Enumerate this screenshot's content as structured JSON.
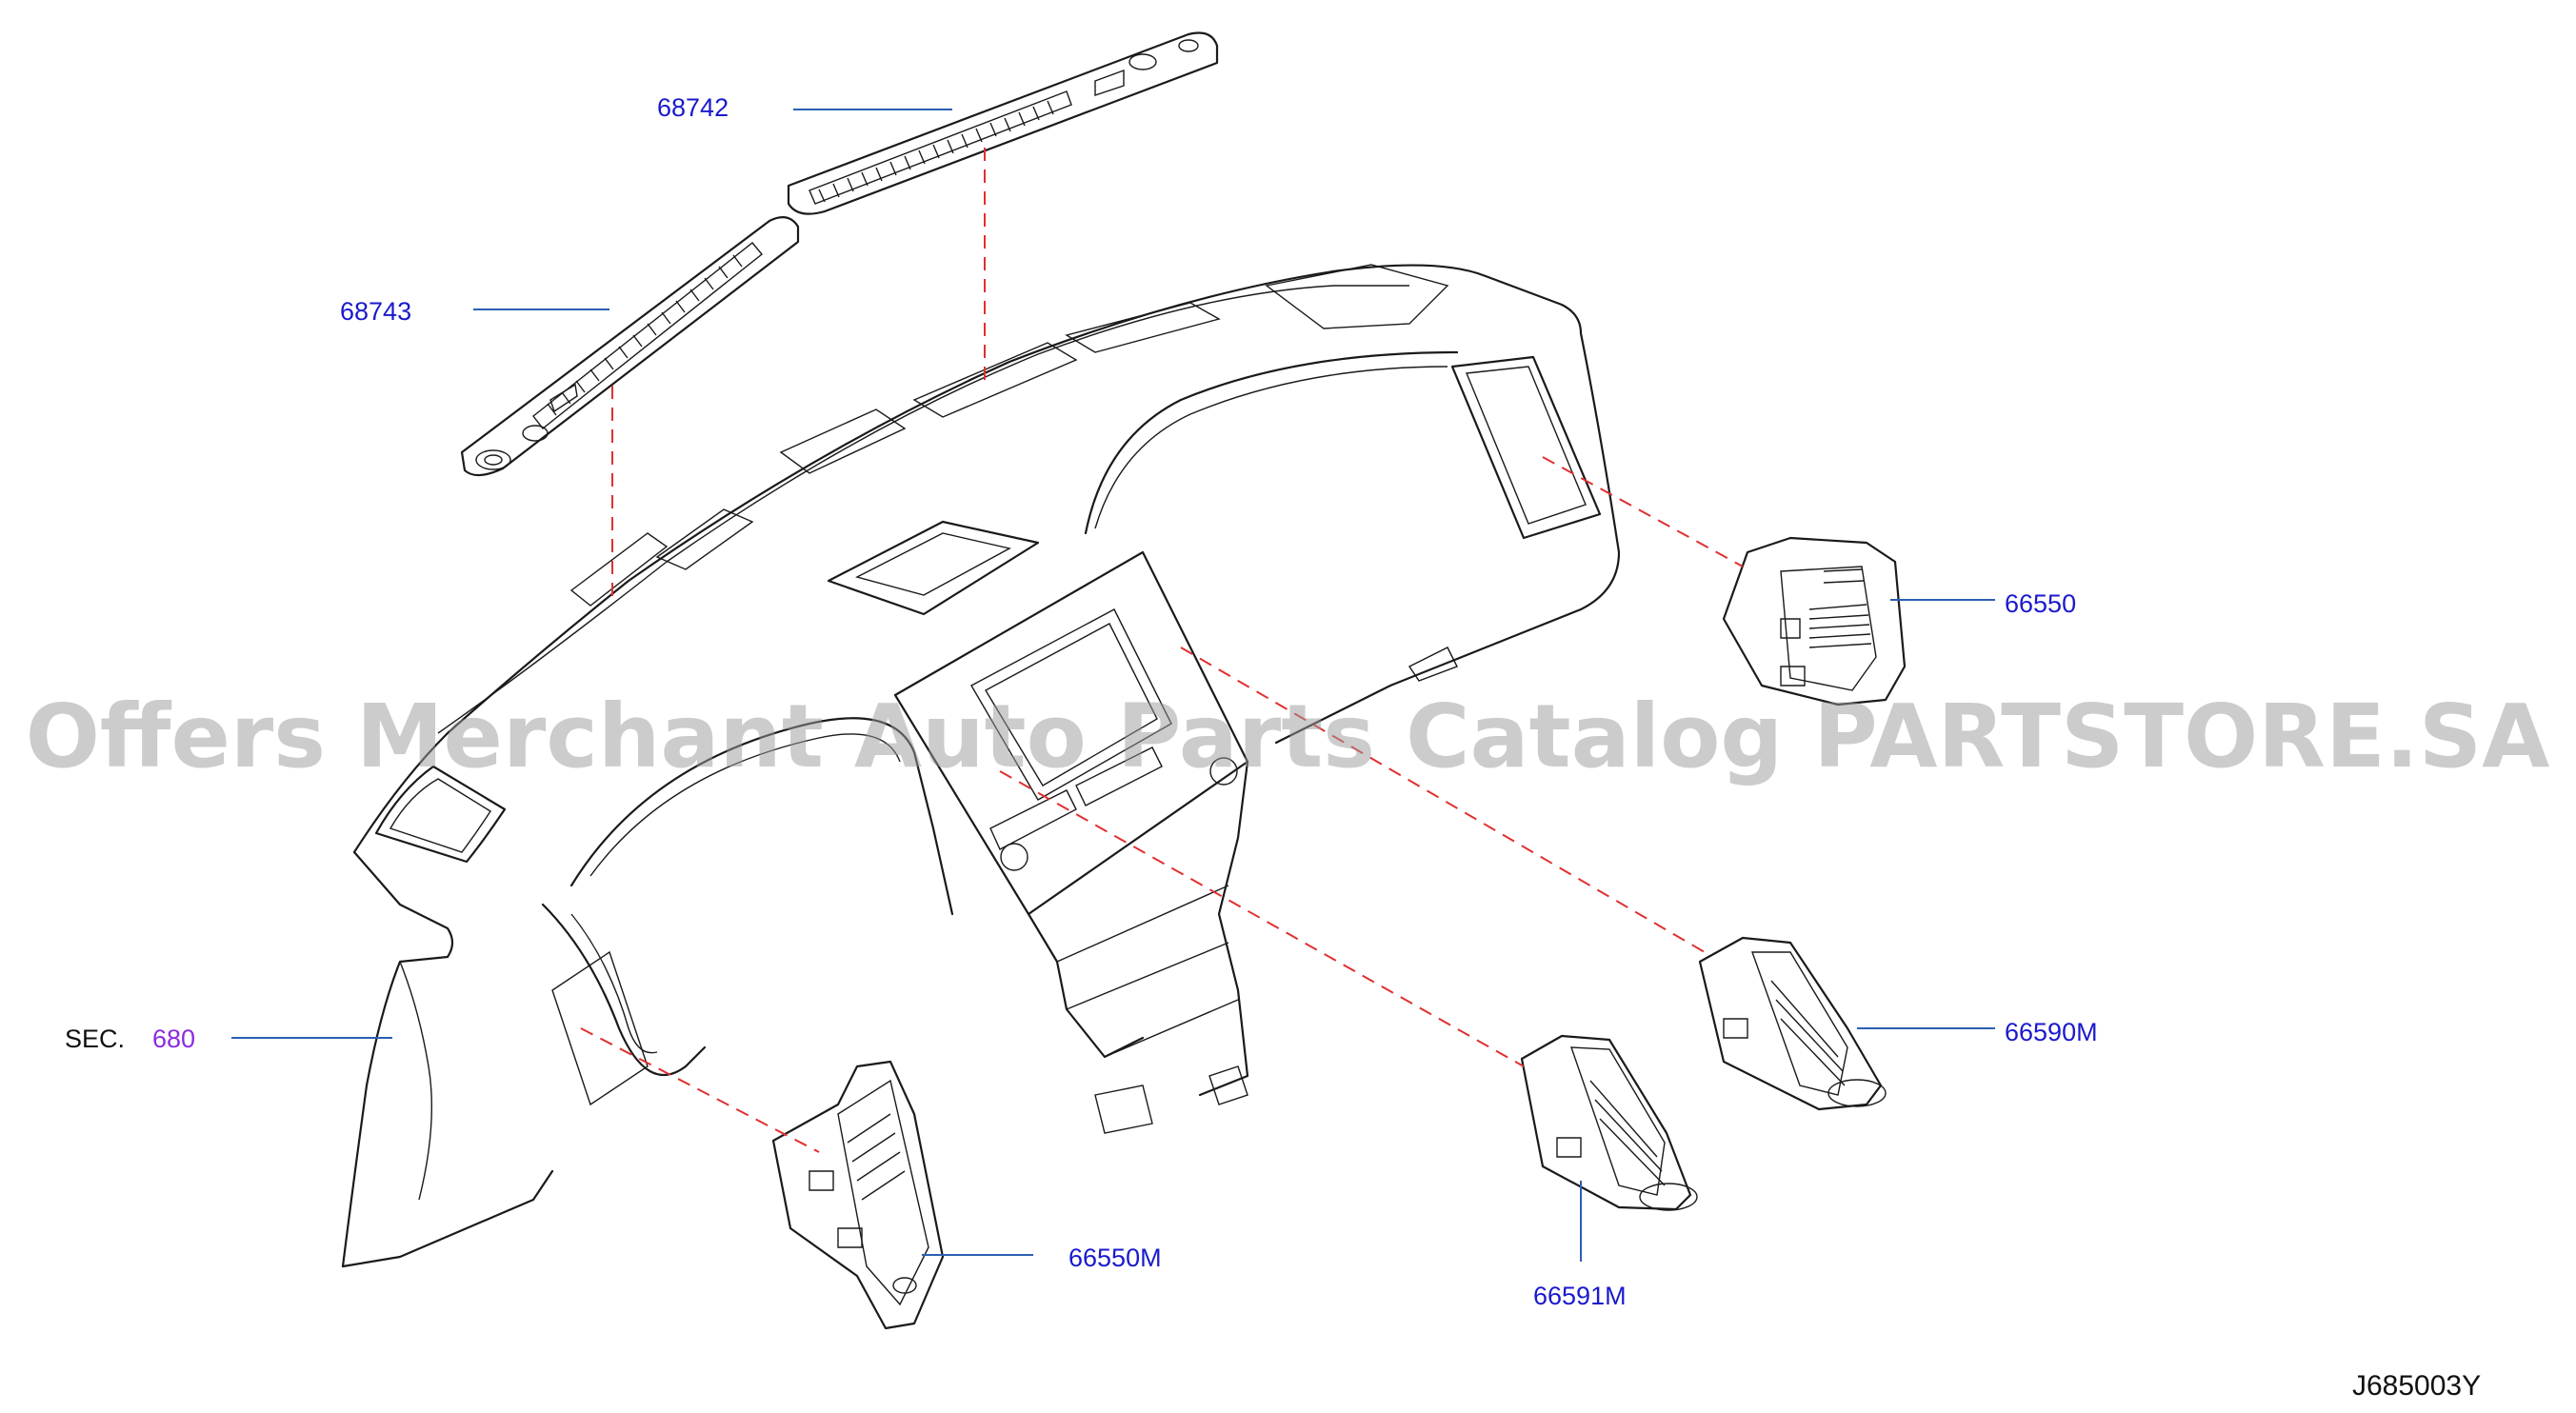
{
  "parts": [
    {
      "id": "p68742",
      "label": "68742"
    },
    {
      "id": "p68743",
      "label": "68743"
    },
    {
      "id": "p66550",
      "label": "66550"
    },
    {
      "id": "p66590M",
      "label": "66590M"
    },
    {
      "id": "p66591M",
      "label": "66591M"
    },
    {
      "id": "p66550M",
      "label": "66550M"
    }
  ],
  "section_ref": {
    "prefix": "SEC.",
    "number": "680"
  },
  "diagram_code": "J685003Y",
  "watermark": "Offers Merchant Auto Parts Catalog PARTSTORE.SA"
}
